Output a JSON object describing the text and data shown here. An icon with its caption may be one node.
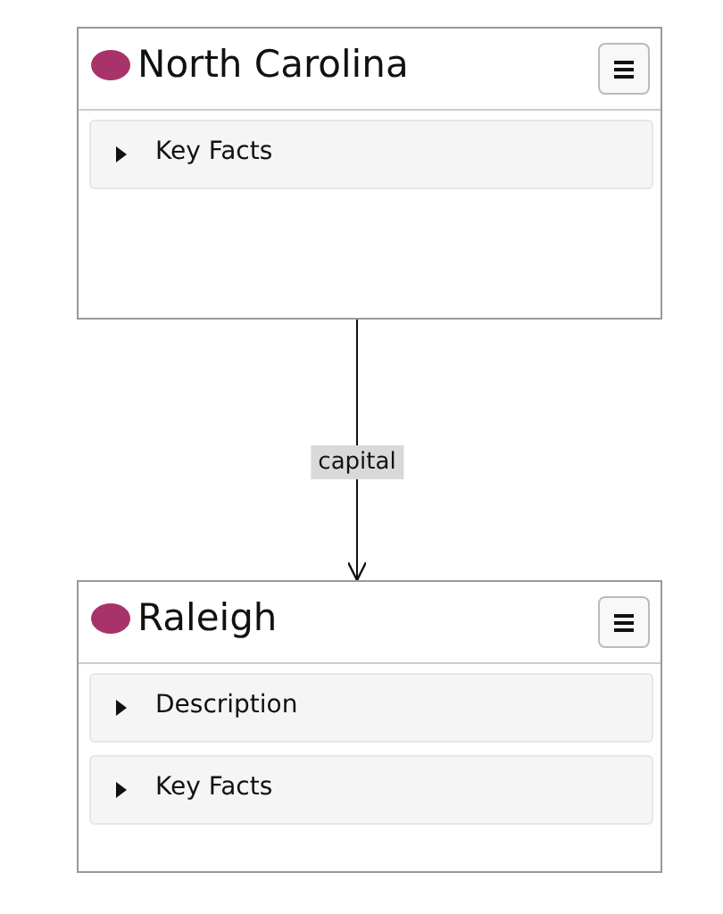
{
  "diagram": {
    "nodes": [
      {
        "text": [
          "North Carolina"
        ]
      },
      {
        "text": [
          "Key Facts"
        ],
        "in": 0
      },
      {
        "text": [
          "Raleigh"
        ]
      },
      {
        "text": [
          "Description"
        ],
        "in": 2
      },
      {
        "text": [
          "Key Facts"
        ],
        "in": 2
      }
    ],
    "edges": [
      {
        "from": 0,
        "to": 2,
        "arrow": "to",
        "label": "capital"
      }
    ]
  }
}
